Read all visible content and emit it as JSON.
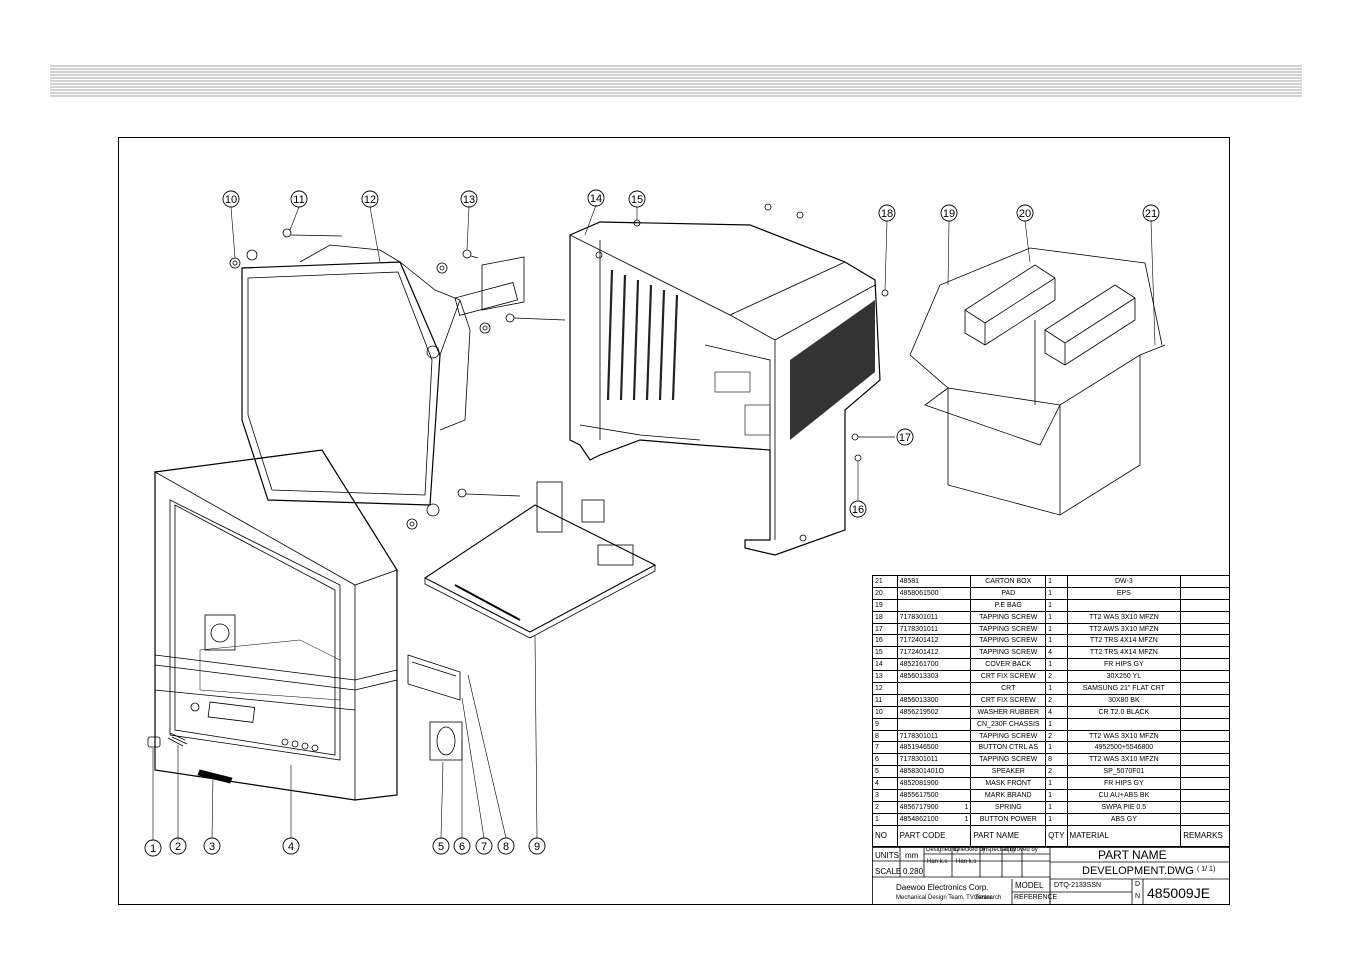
{
  "callouts": [
    "1",
    "2",
    "3",
    "4",
    "5",
    "6",
    "7",
    "8",
    "9",
    "10",
    "11",
    "12",
    "13",
    "14",
    "15",
    "16",
    "17",
    "18",
    "19",
    "20",
    "21"
  ],
  "parts_table": {
    "rows": [
      {
        "no": "21",
        "code": "48581",
        "name": "CARTON BOX",
        "qty": "1",
        "material": "DW-3",
        "remarks": ""
      },
      {
        "no": "20",
        "code": "4858061500",
        "name": "PAD",
        "qty": "1",
        "material": "EPS",
        "remarks": ""
      },
      {
        "no": "19",
        "code": "",
        "name": "P.E BAG",
        "qty": "1",
        "material": "",
        "remarks": ""
      },
      {
        "no": "18",
        "code": "7178301011",
        "name": "TAPPING SCREW",
        "qty": "1",
        "material": "TT2 WAS 3X10 MFZN",
        "remarks": ""
      },
      {
        "no": "17",
        "code": "7178301011",
        "name": "TAPPING SCREW",
        "qty": "1",
        "material": "TT2 AWS 3X10 MFZN",
        "remarks": ""
      },
      {
        "no": "16",
        "code": "7172401412",
        "name": "TAPPING SCREW",
        "qty": "1",
        "material": "TT2 TRS 4X14 MFZN",
        "remarks": ""
      },
      {
        "no": "15",
        "code": "7172401412",
        "name": "TAPPING SCREW",
        "qty": "4",
        "material": "TT2 TRS 4X14 MFZN",
        "remarks": ""
      },
      {
        "no": "14",
        "code": "4852161700",
        "name": "COVER BACK",
        "qty": "1",
        "material": "FR HIPS GY",
        "remarks": ""
      },
      {
        "no": "13",
        "code": "4856013303",
        "name": "CRT FIX SCREW",
        "qty": "2",
        "material": "30X250 YL",
        "remarks": ""
      },
      {
        "no": "12",
        "code": "",
        "name": "CRT",
        "qty": "1",
        "material": "SAMSUNG 21\" FLAT CRT",
        "remarks": ""
      },
      {
        "no": "11",
        "code": "4856013300",
        "name": "CRT FIX SCREW",
        "qty": "2",
        "material": "30X80 BK",
        "remarks": ""
      },
      {
        "no": "10",
        "code": "4856219502",
        "name": "WASHER RUBBER",
        "qty": "4",
        "material": "CR T2.0 BLACK",
        "remarks": ""
      },
      {
        "no": "9",
        "code": "",
        "name": "CN_230F CHASSIS",
        "qty": "1",
        "material": "",
        "remarks": ""
      },
      {
        "no": "8",
        "code": "7178301011",
        "name": "TAPPING SCREW",
        "qty": "2",
        "material": "TT2 WAS 3X10 MFZN",
        "remarks": ""
      },
      {
        "no": "7",
        "code": "4851946500",
        "name": "BUTTON CTRL AS",
        "qty": "1",
        "material": "4952500+5546800",
        "remarks": ""
      },
      {
        "no": "6",
        "code": "7178301011",
        "name": "TAPPING SCREW",
        "qty": "8",
        "material": "TT2 WAS 3X10 MFZN",
        "remarks": ""
      },
      {
        "no": "5",
        "code": "4858301401O",
        "name": "SPEAKER",
        "qty": "2",
        "material": "SP_5070F01",
        "remarks": ""
      },
      {
        "no": "4",
        "code": "4852081900",
        "name": "MASK FRONT",
        "qty": "1",
        "material": "FR HIPS GY",
        "remarks": ""
      },
      {
        "no": "3",
        "code": "4855617500",
        "name": "MARK BRAND",
        "qty": "1",
        "material": "CU AU+ABS BK",
        "remarks": ""
      },
      {
        "no": "2",
        "code": "4856717900",
        "name": "SPRING",
        "qty": "1",
        "material": "SWPA PIE 0.5",
        "remarks": ""
      },
      {
        "no": "1",
        "code": "4854862100",
        "name": "BUTTON POWER",
        "qty": "1",
        "material": "ABS GY",
        "remarks": ""
      }
    ],
    "row2_code_suffix": "1",
    "row1_code_suffix": "1",
    "header": {
      "no": "NO",
      "code": "PART CODE",
      "name": "PART NAME",
      "qty": "QTY",
      "material": "MATERIAL",
      "remarks": "REMARKS"
    }
  },
  "title_block": {
    "units_label": "UNITS",
    "units_value": "mm",
    "scale_label": "SCALE",
    "scale_value": "0.280",
    "designed_by": "Designed by",
    "checked_by": "Checked by",
    "inspected_by": "Inspected by",
    "approved_by": "Approved by",
    "signature_1": "Han k.s",
    "signature_2": "Han k.s",
    "company": "Daewoo Electronics Corp.",
    "department": "Mechanical Design Team, TV Research",
    "center": "Center",
    "part_name_label": "PART NAME",
    "drawing_name": "DEVELOPMENT.DWG",
    "sheet": "( 1/ 1)",
    "model_label": "MODEL",
    "model_value": "DTQ-2133SSN",
    "reference_label": "REFERENCE",
    "dn_label_d": "D",
    "dn_label_n": "N",
    "drawing_number": "485009JE"
  },
  "colors": {
    "line": "#000000",
    "band_line": "#888888",
    "grille": "#222222"
  }
}
